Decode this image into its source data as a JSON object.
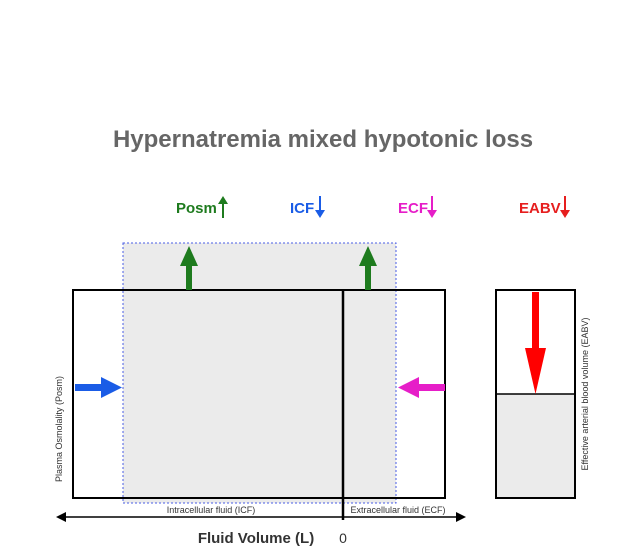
{
  "title": "Hypernatremia mixed hypotonic loss",
  "indicators": [
    {
      "label": "Posm",
      "direction": "up",
      "color": "#1e7b1e"
    },
    {
      "label": "ICF",
      "direction": "down",
      "color": "#1a5ce6"
    },
    {
      "label": "ECF",
      "direction": "down",
      "color": "#e61ec8"
    },
    {
      "label": "EABV",
      "direction": "down",
      "color": "#e61e1e"
    }
  ],
  "axes": {
    "y_label": "Plasma Osmolality (Posm)",
    "x_label": "Fluid Volume (L)",
    "zero_label": "0",
    "icf_label": "Intracellular fluid (ICF)",
    "ecf_label": "Extracellular fluid (ECF)",
    "eabv_label": "Effective arterial blood volume (EABV)"
  },
  "colors": {
    "title": "#666666",
    "green_arrow": "#1e7b1e",
    "blue_arrow": "#1a5ce6",
    "magenta_arrow": "#e61ec8",
    "red_arrow": "#ff0000",
    "shade": "#ebebeb",
    "dotted": "#4a5ce6"
  }
}
